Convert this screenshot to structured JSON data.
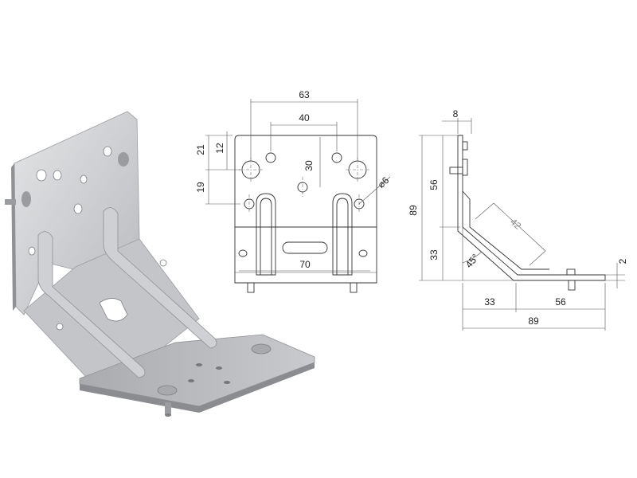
{
  "front_view": {
    "dim_overall_width": "63",
    "dim_hole_spacing": "40",
    "dim_hole_vertical": "30",
    "dim_top_offset": "12",
    "dim_top_offset_2": "21",
    "dim_side_offset": "19",
    "dim_slot_length": "70",
    "hole_diameter_label": "⌀6"
  },
  "side_view": {
    "dim_thickness_top": "8",
    "dim_total_height": "89",
    "dim_upper_height": "56",
    "dim_lower_height": "33",
    "dim_angle": "45°",
    "dim_diagonal": "42",
    "dim_sheet_thickness": "2",
    "dim_bottom_left": "33",
    "dim_bottom_right": "56",
    "dim_total_width": "89"
  },
  "colors": {
    "metal_light": "#d8d9db",
    "metal_mid": "#b9bbbe",
    "metal_dark": "#8e9094",
    "line": "#333333"
  }
}
